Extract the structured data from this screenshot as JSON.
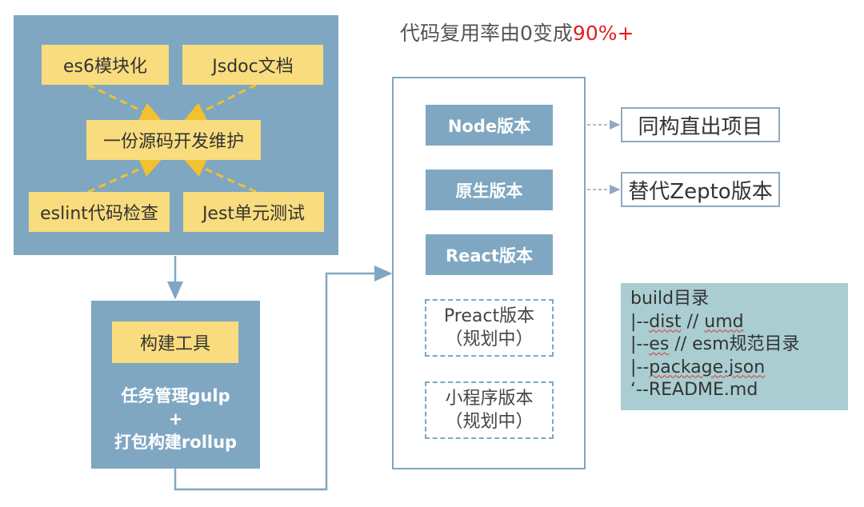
{
  "title": {
    "prefix": "代码复用率由0变成",
    "highlight": "90%+"
  },
  "source_panel": {
    "top_left": "es6模块化",
    "top_right": "Jsdoc文档",
    "center": "一份源码开发维护",
    "bottom_left": "eslint代码检查",
    "bottom_right": "Jest单元测试"
  },
  "build_tools": {
    "label": "构建工具",
    "line1": "任务管理gulp",
    "line2": "+",
    "line3": "打包构建rollup"
  },
  "versions": {
    "node": "Node版本",
    "native": "原生版本",
    "react": "React版本",
    "preact_name": "Preact版本",
    "preact_status": "（规划中）",
    "miniapp_name": "小程序版本",
    "miniapp_status": "（规划中）"
  },
  "targets": {
    "isomorphic": "同构直出项目",
    "zepto": "替代Zepto版本"
  },
  "build_dir": {
    "title": "build目录",
    "dist_prefix": "|--",
    "dist_name": "dist",
    "dist_sep": " // ",
    "dist_desc": "umd",
    "es_prefix": "|--",
    "es_name": "es",
    "es_sep": " // ",
    "es_desc": "esm规范目录",
    "pkg_prefix": "|--",
    "pkg_name": "package.json",
    "readme": "‘--README.md"
  },
  "colors": {
    "panel_blue": "#7fa7c2",
    "yellow": "#f8dc7e",
    "dashed_arrow": "#f2c12e",
    "accent_red": "#e02020",
    "build_panel": "#a9cdd0"
  }
}
